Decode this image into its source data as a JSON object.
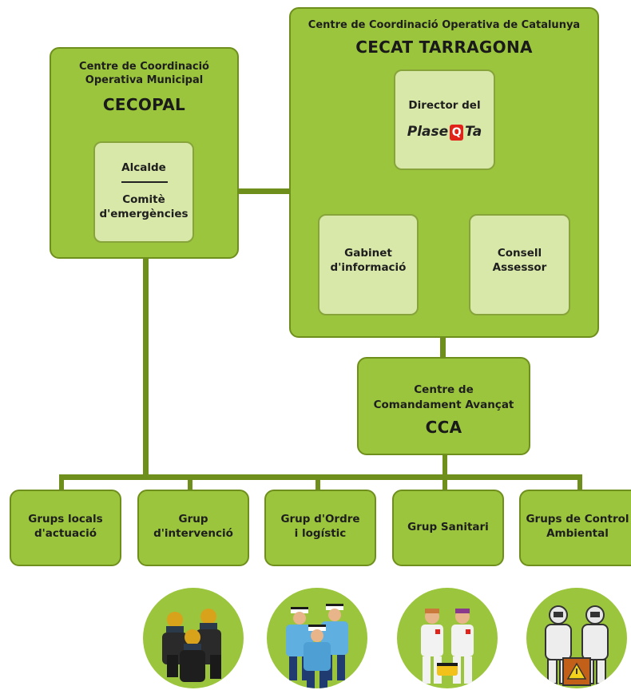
{
  "cecopal": {
    "line1": "Centre de Coordinació",
    "line2": "Operativa Municipal",
    "name": "CECOPAL",
    "alcalde": "Alcalde",
    "comite1": "Comitè",
    "comite2": "d'emergències"
  },
  "cecat": {
    "line1": "Centre de Coordinació Operativa de Catalunya",
    "name": "CECAT TARRAGONA",
    "director": "Director del",
    "plase_a": "Plase",
    "plase_q": "Q",
    "plase_b": "Ta",
    "gabinet1": "Gabinet",
    "gabinet2": "d'informació",
    "consell1": "Consell",
    "consell2": "Assessor"
  },
  "cca": {
    "line1": "Centre de",
    "line2": "Comandament Avançat",
    "name": "CCA"
  },
  "groups": [
    {
      "l1": "Grups locals",
      "l2": "d'actuació"
    },
    {
      "l1": "Grup",
      "l2": "d'intervenció"
    },
    {
      "l1": "Grup d'Ordre",
      "l2": "i logístic"
    },
    {
      "l1": "Grup Sanitari",
      "l2": ""
    },
    {
      "l1": "Grups de Control",
      "l2": "Ambiental"
    }
  ],
  "colors": {
    "box_green": "#9bc53d",
    "inner_green": "#d8e8a8",
    "line_green": "#6f8f1c",
    "plase_red": "#e2231a"
  },
  "icons": [
    "firefighters-icon",
    "police-officers-icon",
    "medics-icon",
    "hazmat-suits-icon"
  ]
}
